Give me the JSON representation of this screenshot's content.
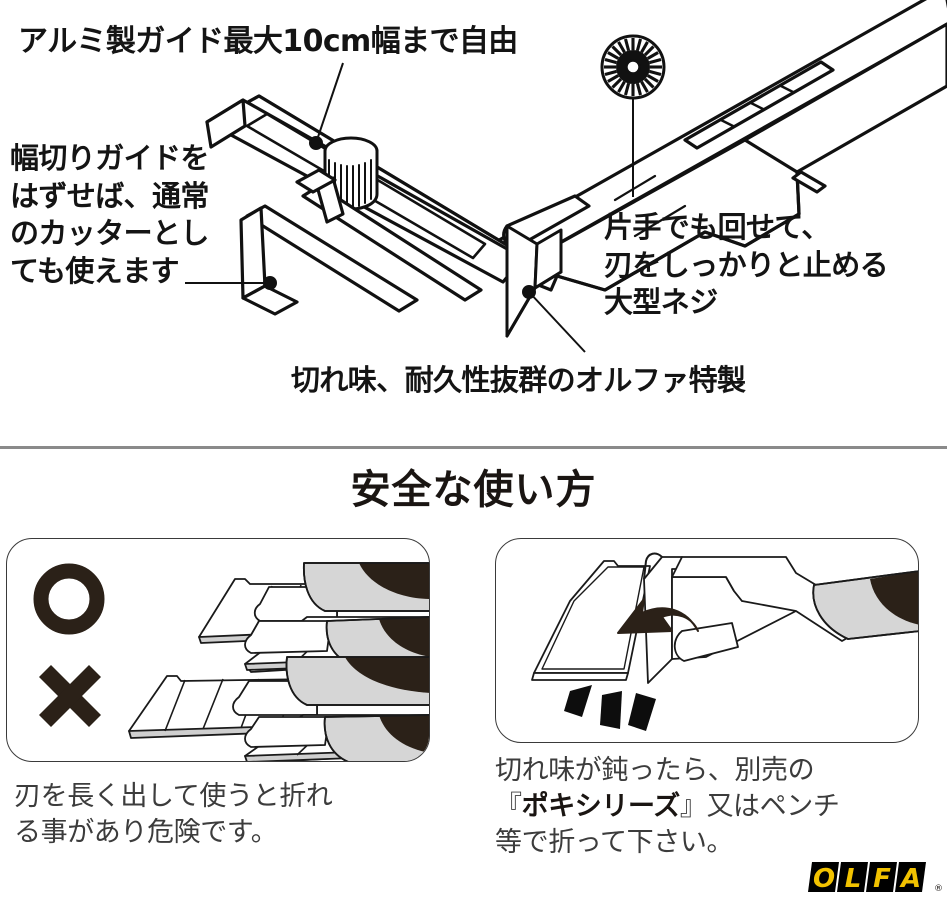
{
  "document": {
    "title": "オルファ カッター 安全な使い方",
    "background_color": "#ffffff",
    "text_color": "#1a1512"
  },
  "top_section": {
    "callouts": [
      {
        "name": "aluminum-guide-callout",
        "text": "アルミ製ガイド最大10cm幅まで自由",
        "position": "top-left"
      },
      {
        "name": "width-guide-callout",
        "text": "幅切りガイドを\nはずせば、通常\nのカッターとし\nても使えます",
        "position": "left"
      },
      {
        "name": "large-screw-callout",
        "text": "片手でも回せて、\n刃をしっかりと止める\n大型ネジ",
        "position": "right"
      },
      {
        "name": "blade-quality-callout",
        "text": "切れ味、耐久性抜群のオルファ特製",
        "position": "bottom-center"
      }
    ],
    "illustration": {
      "name": "cutter-with-width-guide-illustration",
      "description": "アルミ製ガイド付きカッターの立体図"
    }
  },
  "divider": {
    "color": "#8a8a8a"
  },
  "safety_section": {
    "heading": "安全な使い方",
    "panels": [
      {
        "name": "blade-length-panel",
        "icons": [
          "circle-ok-icon",
          "cross-ng-icon"
        ],
        "illustration": "snap-off-blade-comparison-illustration",
        "caption": "刃を長く出して使うと折れ\nる事があり危険です。",
        "caption_bold": ""
      },
      {
        "name": "blade-snap-panel",
        "icons": [
          "curved-arrow-icon",
          "snap-burst-icon"
        ],
        "illustration": "blade-snapping-illustration",
        "caption_before": "切れ味が鈍ったら、別売の\n『",
        "caption_bold": "ポキシリーズ",
        "caption_after": "』又はペンチ\n等で折って下さい。"
      }
    ]
  },
  "brand": {
    "name": "OLFA",
    "letters": [
      "O",
      "L",
      "F",
      "A"
    ],
    "registered_mark": "®",
    "logo_background": "#000000",
    "logo_text_color": "#F2C200"
  }
}
